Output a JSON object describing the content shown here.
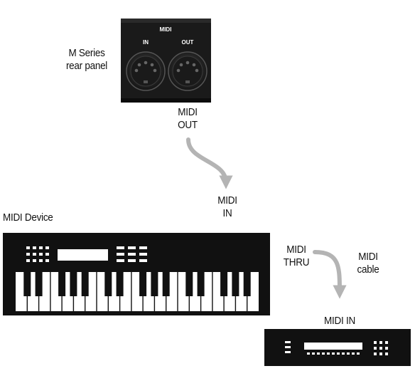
{
  "panel": {
    "title": "MIDI",
    "port_in": "IN",
    "port_out": "OUT",
    "caption_line1": "M Series",
    "caption_line2": "rear panel"
  },
  "labels": {
    "midi_out_line1": "MIDI",
    "midi_out_line2": "OUT",
    "midi_in_line1": "MIDI",
    "midi_in_line2": "IN",
    "midi_device": "MIDI Device",
    "midi_thru_line1": "MIDI",
    "midi_thru_line2": "THRU",
    "midi_cable_line1": "MIDI",
    "midi_cable_line2": "cable",
    "midi_in_bottom": "MIDI IN"
  },
  "colors": {
    "arrow": "#b4b4b4",
    "device_black": "#111111",
    "panel_dark": "#1c1c1c"
  },
  "icons": [
    "midi-din-in-jack-icon",
    "midi-din-out-jack-icon",
    "keyboard-icon",
    "rack-module-icon"
  ]
}
